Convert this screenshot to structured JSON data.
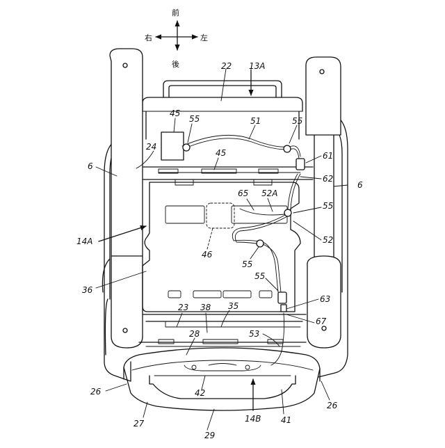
{
  "directions": {
    "front": "前",
    "rear": "後",
    "right": "右",
    "left": "左"
  },
  "labels": {
    "l22": "22",
    "l13A": "13A",
    "l45a": "45",
    "l55a": "55",
    "l51": "51",
    "l55b": "55",
    "l24": "24",
    "l45b": "45",
    "l61": "61",
    "l6a": "6",
    "l62": "62",
    "l6b": "6",
    "l65": "65",
    "l52A": "52A",
    "l55c": "55",
    "l14A": "14A",
    "l52": "52",
    "l46": "46",
    "l55d": "55",
    "l55e": "55",
    "l36": "36",
    "l63": "63",
    "l23": "23",
    "l38": "38",
    "l35": "35",
    "l67": "67",
    "l28": "28",
    "l53": "53",
    "l26a": "26",
    "l42": "42",
    "l26b": "26",
    "l27": "27",
    "l14B": "14B",
    "l41": "41",
    "l29": "29"
  }
}
